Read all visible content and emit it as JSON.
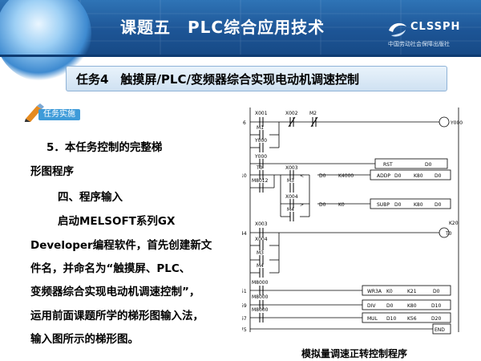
{
  "header": {
    "title": "课题五　PLC综合应用技术",
    "logo_text": "CLSSPH",
    "logo_sub": "中国劳动社会保障出版社"
  },
  "task": {
    "title": "任务4　触摸屏/PLC/变频器综合实现电动机调速控制"
  },
  "badge": {
    "label": "任务实施"
  },
  "content": {
    "line1": "5．本任务控制的完整梯",
    "line2": "形图程序",
    "line3": "四、程序输入",
    "line4": "启动MELSOFT系列GX",
    "line5": "Developer编程软件，首先创建新文",
    "line6": "件名，并命名为“触摸屏、PLC、",
    "line7": "变频器综合实现电动机调速控制”，",
    "line8": "运用前面课题所学的梯形图输入法，",
    "line9": "输入图所示的梯形图。"
  },
  "ladder": {
    "steps": [
      "6",
      "10",
      "44",
      "51",
      "59",
      "67",
      "75"
    ],
    "contacts": [
      "X001",
      "X002",
      "M2",
      "M1",
      "Y000",
      "Y000",
      "T0",
      "X003",
      "M8012",
      "M3",
      "X004",
      "M4",
      "X003",
      "X004",
      "M3",
      "M4",
      "M8000",
      "M8000",
      "M8000"
    ],
    "coil_y000": "Y000",
    "coil_t0": "T0",
    "k20": "K20",
    "cmp_less": "<",
    "cmp_greater": ">",
    "rst": {
      "op": "RST",
      "arg": "D0"
    },
    "row_addp": {
      "a": "D0",
      "b": "K4000",
      "op": "ADDP",
      "c": "D0",
      "d": "K80",
      "e": "D0"
    },
    "row_subp": {
      "a": "D0",
      "b": "K0",
      "op": "SUBP",
      "c": "D0",
      "d": "K80",
      "e": "D0"
    },
    "row_wr3a": {
      "op": "WR3A",
      "a": "K0",
      "b": "K21",
      "c": "D0"
    },
    "row_div": {
      "op": "DIV",
      "a": "D0",
      "b": "K80",
      "c": "D10"
    },
    "row_mul": {
      "op": "MUL",
      "a": "D10",
      "b": "K56",
      "c": "D20"
    },
    "end": "END"
  },
  "caption": "模拟量调速正转控制程序",
  "colors": {
    "header_bg": "#1d5596",
    "task_bar_bg": "#d9e8f5",
    "badge_bg": "#3e9bd9"
  }
}
